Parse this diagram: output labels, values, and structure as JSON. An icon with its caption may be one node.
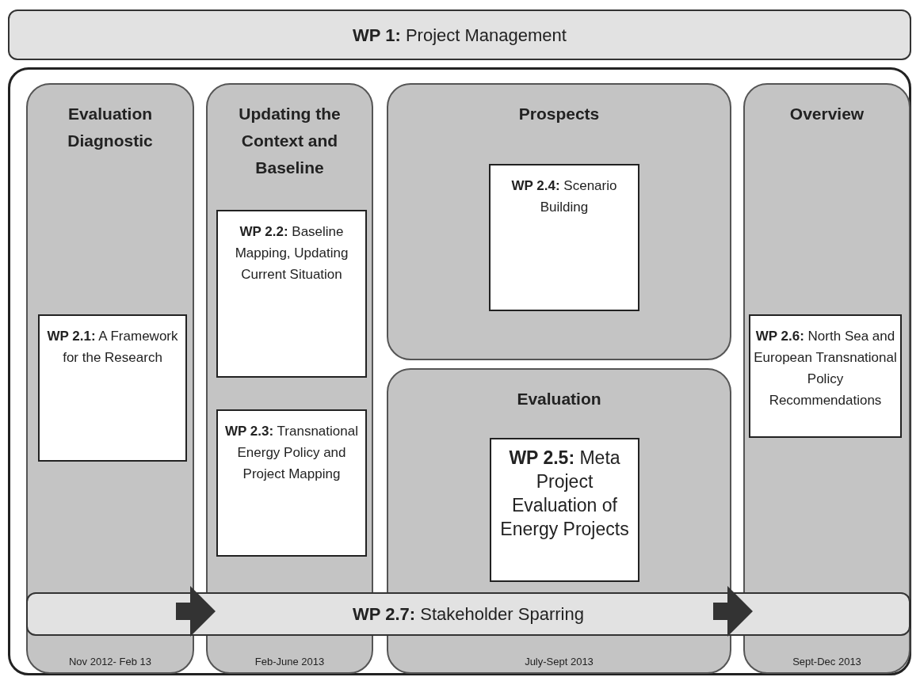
{
  "diagram": {
    "nodes": [
      {
        "text": [
          "**WP 1:** Project Management"
        ]
      },
      {
        "text": [],
        "shape": "box"
      },
      {
        "text": [
          "Evaluation Diagnostic",
          "Nov 2012- Feb 13"
        ],
        "in": 1
      },
      {
        "text": [
          "**WP 2.1:** A Framework for the Research"
        ],
        "in": 2
      },
      {
        "text": [
          "Updating the Context and Baseline",
          "Feb-June 2013"
        ],
        "in": 1
      },
      {
        "text": [
          "**WP 2.2:** Baseline Mapping, Updating Current Situation"
        ],
        "in": 4
      },
      {
        "text": [
          "**WP 2.3:** Transnational Energy Policy and Project Mapping"
        ],
        "in": 4
      },
      {
        "text": [
          "Prospects"
        ],
        "in": 1
      },
      {
        "text": [
          "**WP 2.4:** Scenario Building"
        ],
        "in": 7
      },
      {
        "text": [
          "Evaluation",
          "July-Sept 2013"
        ],
        "in": 1
      },
      {
        "text": [
          "**WP 2.5:** Meta Project Evaluation of Energy Projects"
        ],
        "in": 9
      },
      {
        "text": [
          "Overview",
          "Sept-Dec 2013"
        ],
        "in": 1
      },
      {
        "text": [
          "**WP 2.6:** North Sea and European Transnational Policy Recommendations"
        ],
        "in": 11
      },
      {
        "text": [
          "**WP 2.7:** Stakeholder Sparring"
        ],
        "in": 1
      }
    ]
  }
}
